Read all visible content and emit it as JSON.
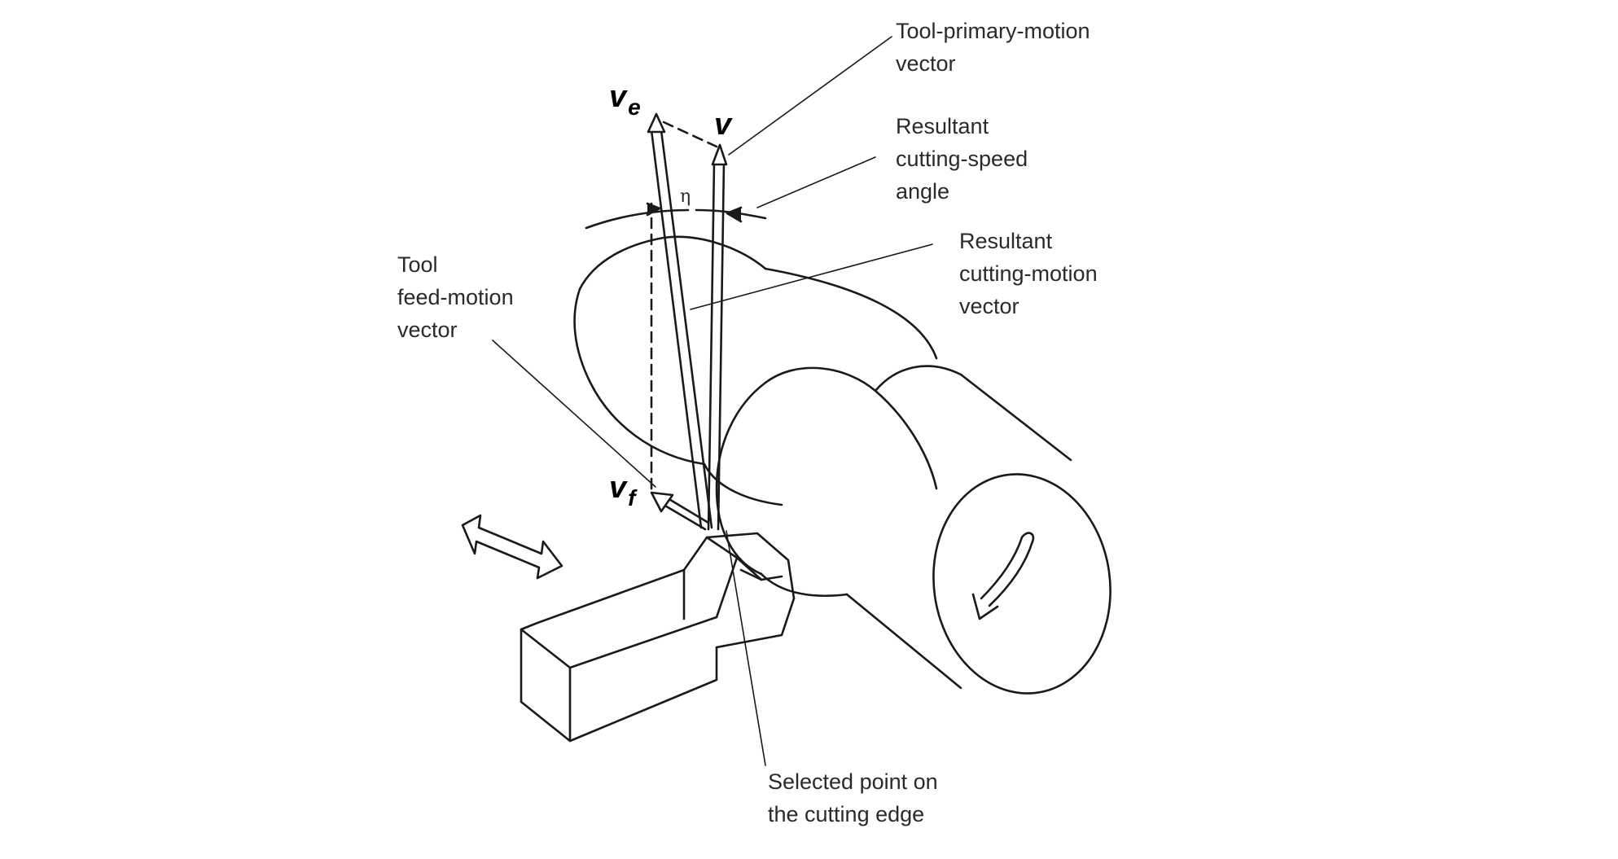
{
  "labels": {
    "tool_primary_motion_vector": [
      "Tool-primary-motion",
      "vector"
    ],
    "resultant_cutting_speed_angle": [
      "Resultant",
      "cutting-speed",
      "angle"
    ],
    "resultant_cutting_motion_vector": [
      "Resultant",
      "cutting-motion",
      "vector"
    ],
    "tool_feed_motion_vector": [
      "Tool",
      "feed-motion",
      "vector"
    ],
    "selected_point": [
      "Selected point on",
      "the cutting edge"
    ]
  },
  "symbols": {
    "ve": {
      "main": "v",
      "sub": "e"
    },
    "v": {
      "main": "v"
    },
    "vf": {
      "main": "v",
      "sub": "f"
    },
    "eta": "η"
  },
  "colors": {
    "line": "#1a1a1a",
    "text": "#2a2a2a",
    "background": "#ffffff"
  }
}
